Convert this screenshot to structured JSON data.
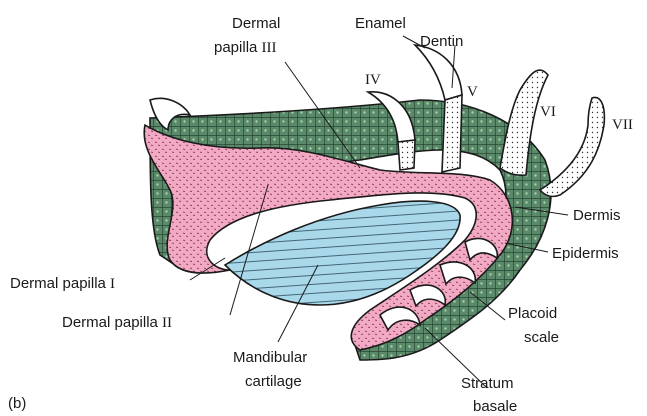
{
  "figure_label": "(b)",
  "colors": {
    "dermis": "#f2a9c3",
    "epidermis": "#5a8a6a",
    "cartilage": "#a9d8ea",
    "enamel": "#ffffff",
    "outline": "#1a1a1a"
  },
  "labels": {
    "dermal_papilla_iii": {
      "word": "Dermal",
      "line2": "papilla",
      "numeral": "III"
    },
    "enamel": "Enamel",
    "dentin": "Dentin",
    "tooth_iv": "IV",
    "tooth_v": "V",
    "tooth_vi": "VI",
    "tooth_vii": "VII",
    "dermis": "Dermis",
    "epidermis": "Epidermis",
    "dermal_papilla_i": {
      "text": "Dermal papilla",
      "numeral": "I"
    },
    "dermal_papilla_ii": {
      "text": "Dermal papilla",
      "numeral": "II"
    },
    "placoid_scale": {
      "line1": "Placoid",
      "line2": "scale"
    },
    "mandibular_cartilage": {
      "line1": "Mandibular",
      "line2": "cartilage"
    },
    "stratum_basale": {
      "line1": "Stratum",
      "line2": "basale"
    }
  }
}
